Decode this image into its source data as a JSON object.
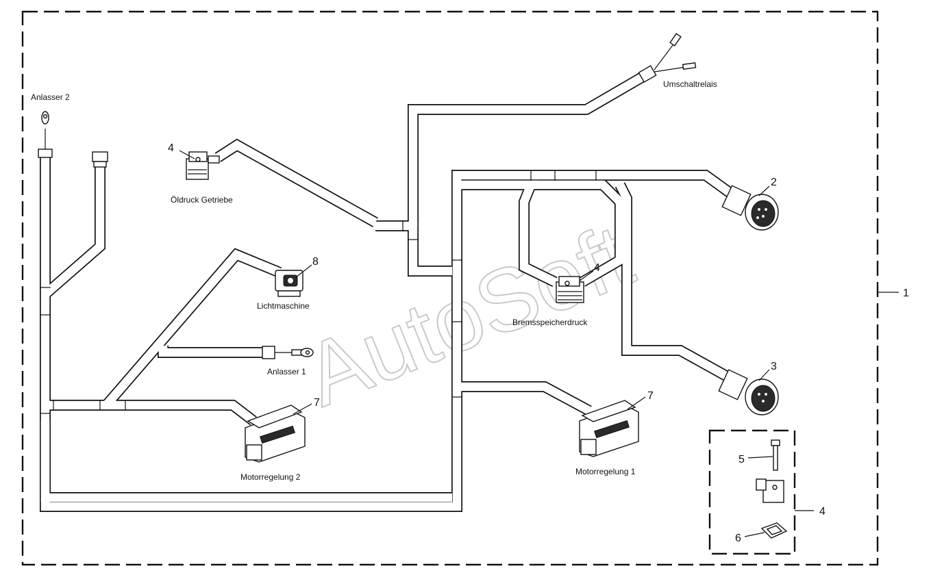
{
  "labels": {
    "anlasser2": "Anlasser 2",
    "oeldruck": "Öldruck Getriebe",
    "umschaltrelais": "Umschaltrelais",
    "lichtmaschine": "Lichtmaschine",
    "anlasser1": "Anlasser 1",
    "bremsspeicher": "Bremsspeicherdruck",
    "motorregelung1": "Motorregelung 1",
    "motorregelung2": "Motorregelung 2"
  },
  "callouts": {
    "n1": "1",
    "n2": "2",
    "n3": "3",
    "n4_oel": "4",
    "n4_brems": "4",
    "n4_detail": "4",
    "n5": "5",
    "n6": "6",
    "n7_left": "7",
    "n7_right": "7",
    "n8": "8"
  },
  "watermark": "AutoSoft",
  "colors": {
    "line": "#111111",
    "watermark": "#c9c9c9",
    "background": "#ffffff"
  }
}
